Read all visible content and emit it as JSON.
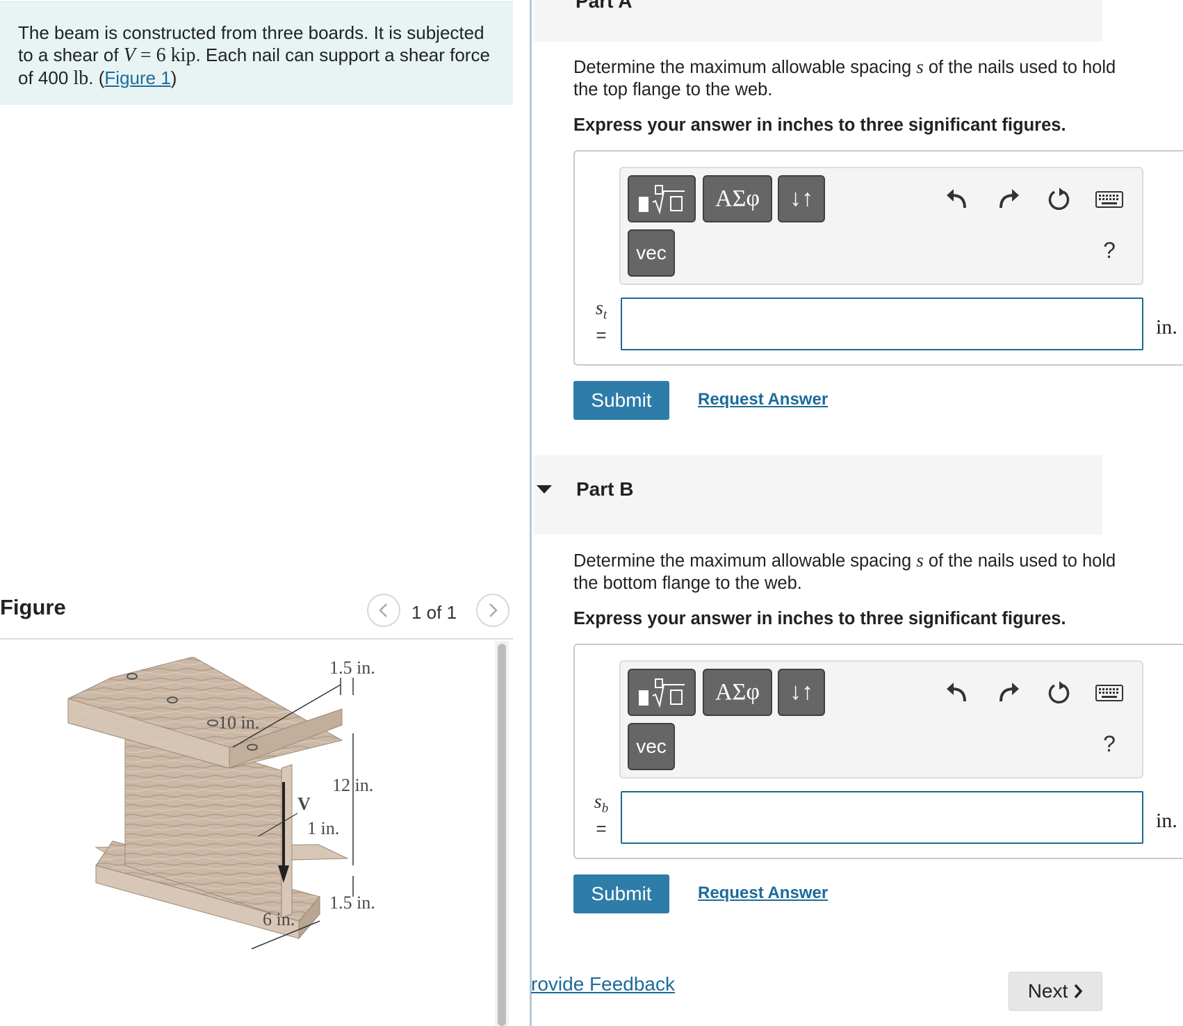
{
  "problem": {
    "text_1": "The beam is constructed from three boards. It is subjected to a shear of ",
    "shear_var": "V",
    "shear_eq": " = 6 kip",
    "text_2": ". Each nail can support a shear force of 400 ",
    "force_unit": "lb",
    "text_3": ". (",
    "figure_link": "Figure 1",
    "text_4": ")"
  },
  "figure": {
    "title": "Figure",
    "counter": "1 of 1",
    "labels": {
      "top_thickness": "1.5 in.",
      "flange_width": "10 in.",
      "web_height": "12 in.",
      "shear": "V",
      "web_thickness": "1 in.",
      "bottom_thickness": "1.5 in.",
      "bottom_width": "6 in."
    }
  },
  "part_a": {
    "title": "Part A",
    "question_1": "Determine the maximum allowable spacing ",
    "question_var": "s",
    "question_2": " of the nails used to hold the top flange to the web.",
    "instruction": "Express your answer in inches to three significant figures.",
    "var_symbol": "s",
    "var_sub": "t",
    "equals": "=",
    "answer_value": "",
    "unit": "in.",
    "submit_label": "Submit",
    "request_label": "Request Answer"
  },
  "part_b": {
    "title": "Part B",
    "question_1": "Determine the maximum allowable spacing ",
    "question_var": "s",
    "question_2": " of the nails used to hold the bottom flange to the web.",
    "instruction": "Express your answer in inches to three significant figures.",
    "var_symbol": "s",
    "var_sub": "b",
    "equals": "=",
    "answer_value": "",
    "unit": "in.",
    "submit_label": "Submit",
    "request_label": "Request Answer"
  },
  "toolbar": {
    "greek_label": "ΑΣφ",
    "arrows_label": "↓↑",
    "vec_label": "vec",
    "help_label": "?",
    "icons": [
      "fraction-sqrt-icon",
      "undo-icon",
      "redo-icon",
      "reset-icon",
      "keyboard-icon"
    ]
  },
  "footer": {
    "feedback_label": "rovide Feedback",
    "next_label": "Next"
  },
  "colors": {
    "problem_bg": "#e8f4f4",
    "link": "#1d6b9b",
    "submit_bg": "#2e7ca8",
    "toolbar_btn": "#666666",
    "input_border": "#1d6b8e"
  }
}
